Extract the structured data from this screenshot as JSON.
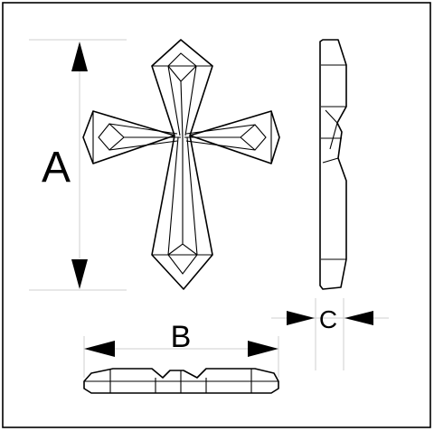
{
  "dimensions": {
    "a": {
      "label": "A"
    },
    "b": {
      "label": "B"
    },
    "c": {
      "label": "C"
    }
  },
  "colors": {
    "stroke": "#000000",
    "extension_line": "#cfcfcf",
    "background": "#ffffff"
  }
}
